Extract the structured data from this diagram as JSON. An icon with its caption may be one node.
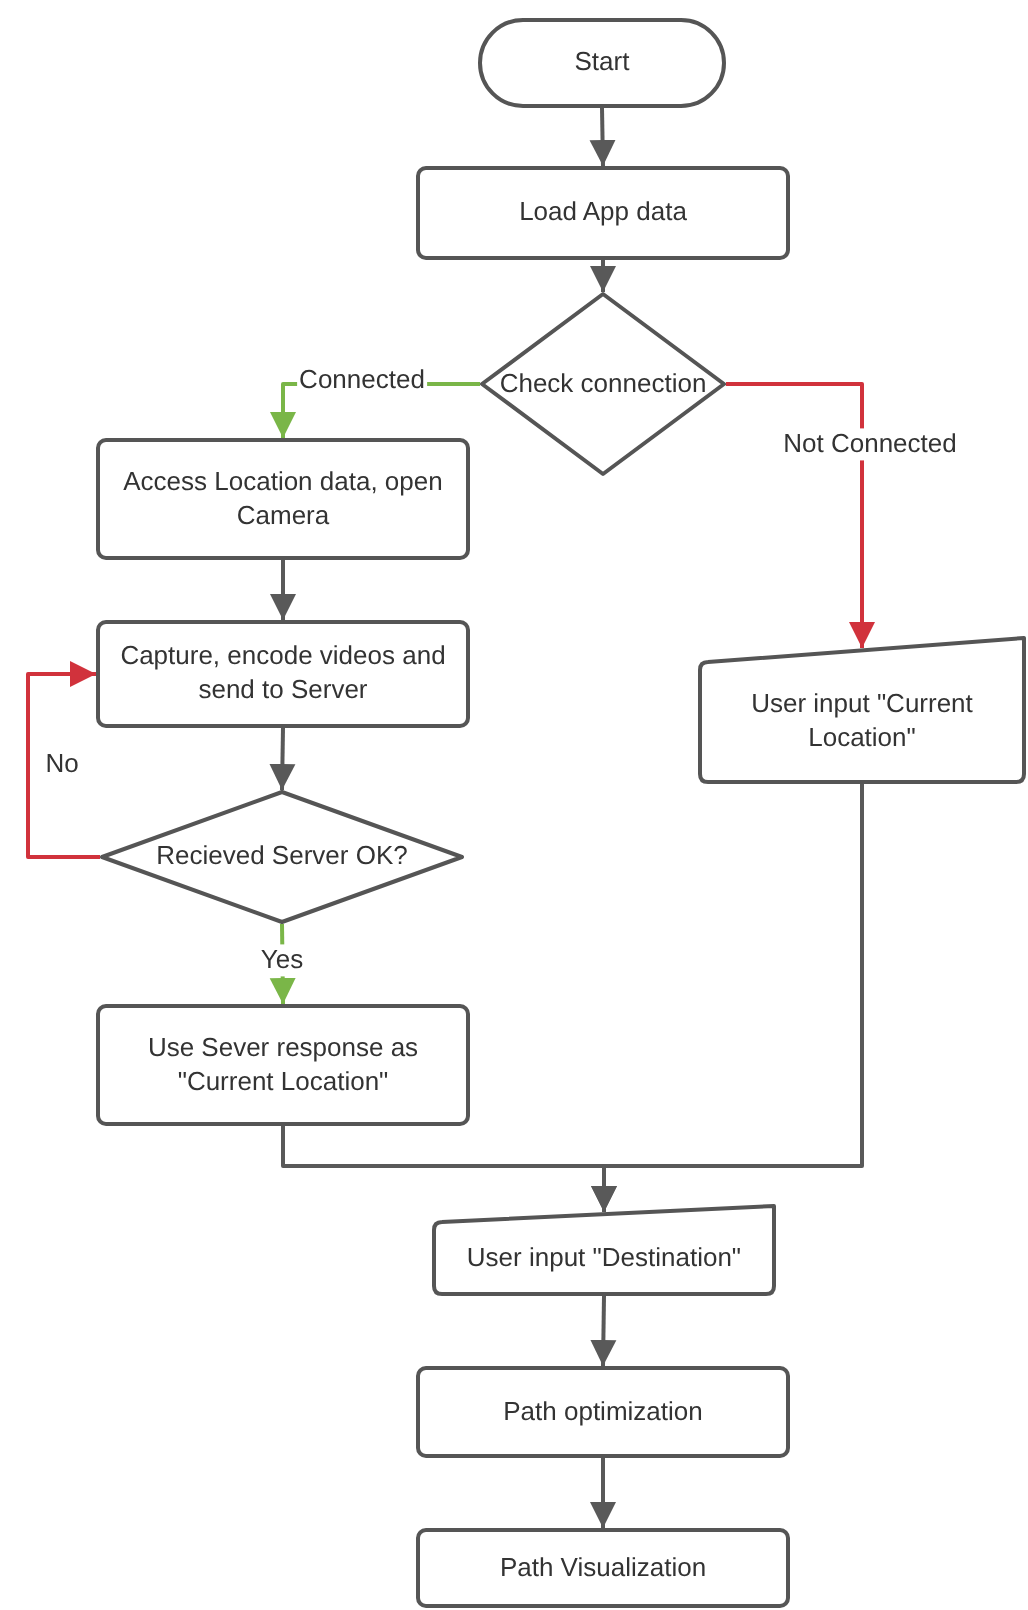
{
  "diagram": {
    "nodes": [
      {
        "text": [
          "Start"
        ]
      },
      {
        "text": [
          "Load App data"
        ]
      },
      {
        "text": [
          "Check connection"
        ]
      },
      {
        "text": [
          "Access Location data, open Camera"
        ]
      },
      {
        "text": [
          "Capture, encode videos and send to Server"
        ]
      },
      {
        "text": [
          "Recieved Server OK?"
        ]
      },
      {
        "text": [
          "Use Sever response as \"Current Location\""
        ]
      },
      {
        "text": [
          "User input \"Current Location\""
        ]
      },
      {
        "text": [
          "User input \"Destination\""
        ]
      },
      {
        "text": [
          "Path optimization"
        ]
      },
      {
        "text": [
          "Path Visualization"
        ]
      }
    ],
    "edges": [
      {
        "from": 0,
        "to": 1,
        "arrow": "to"
      },
      {
        "from": 1,
        "to": 2,
        "arrow": "to"
      },
      {
        "from": 2,
        "to": 3,
        "arrow": "to",
        "label": "Connected",
        "color": "#7ab648"
      },
      {
        "from": 2,
        "to": 7,
        "arrow": "to",
        "label": "Not Connected",
        "color": "#d1323c"
      },
      {
        "from": 3,
        "to": 4,
        "arrow": "to"
      },
      {
        "from": 4,
        "to": 5,
        "arrow": "to"
      },
      {
        "from": 5,
        "to": 4,
        "arrow": "to",
        "label": "No",
        "color": "#d1323c"
      },
      {
        "from": 5,
        "to": 6,
        "arrow": "to",
        "label": "Yes",
        "color": "#7ab648"
      },
      {
        "from": 6,
        "to": 8,
        "arrow": "to"
      },
      {
        "from": 7,
        "to": 8,
        "arrow": "to"
      },
      {
        "from": 8,
        "to": 9,
        "arrow": "to"
      },
      {
        "from": 9,
        "to": 10,
        "arrow": "to"
      }
    ]
  }
}
